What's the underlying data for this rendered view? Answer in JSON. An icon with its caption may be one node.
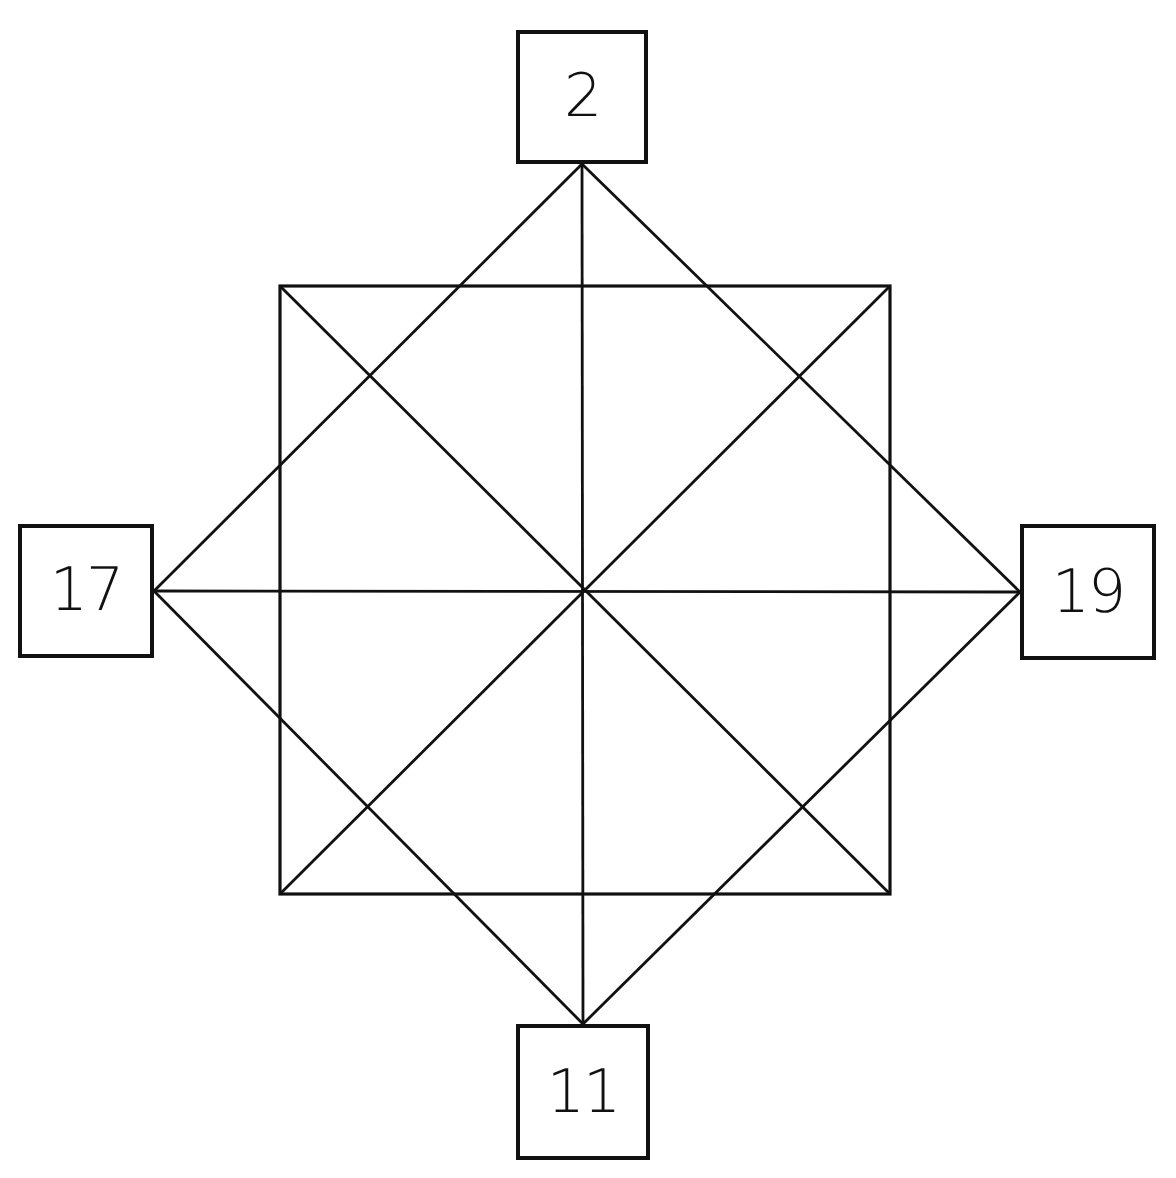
{
  "diagram": {
    "nodes": [
      {
        "text": [
          "2"
        ]
      },
      {
        "text": [
          "17"
        ]
      },
      {
        "text": [
          "19"
        ]
      },
      {
        "text": [
          "11"
        ]
      }
    ],
    "edges": [
      {
        "from": 0,
        "to": 1,
        "arrow": "none"
      },
      {
        "from": 0,
        "to": 2,
        "arrow": "none"
      },
      {
        "from": 1,
        "to": 3,
        "arrow": "none"
      },
      {
        "from": 2,
        "to": 3,
        "arrow": "none"
      },
      {
        "from": 0,
        "to": 3,
        "arrow": "none"
      },
      {
        "from": 1,
        "to": 2,
        "arrow": "none"
      }
    ]
  }
}
